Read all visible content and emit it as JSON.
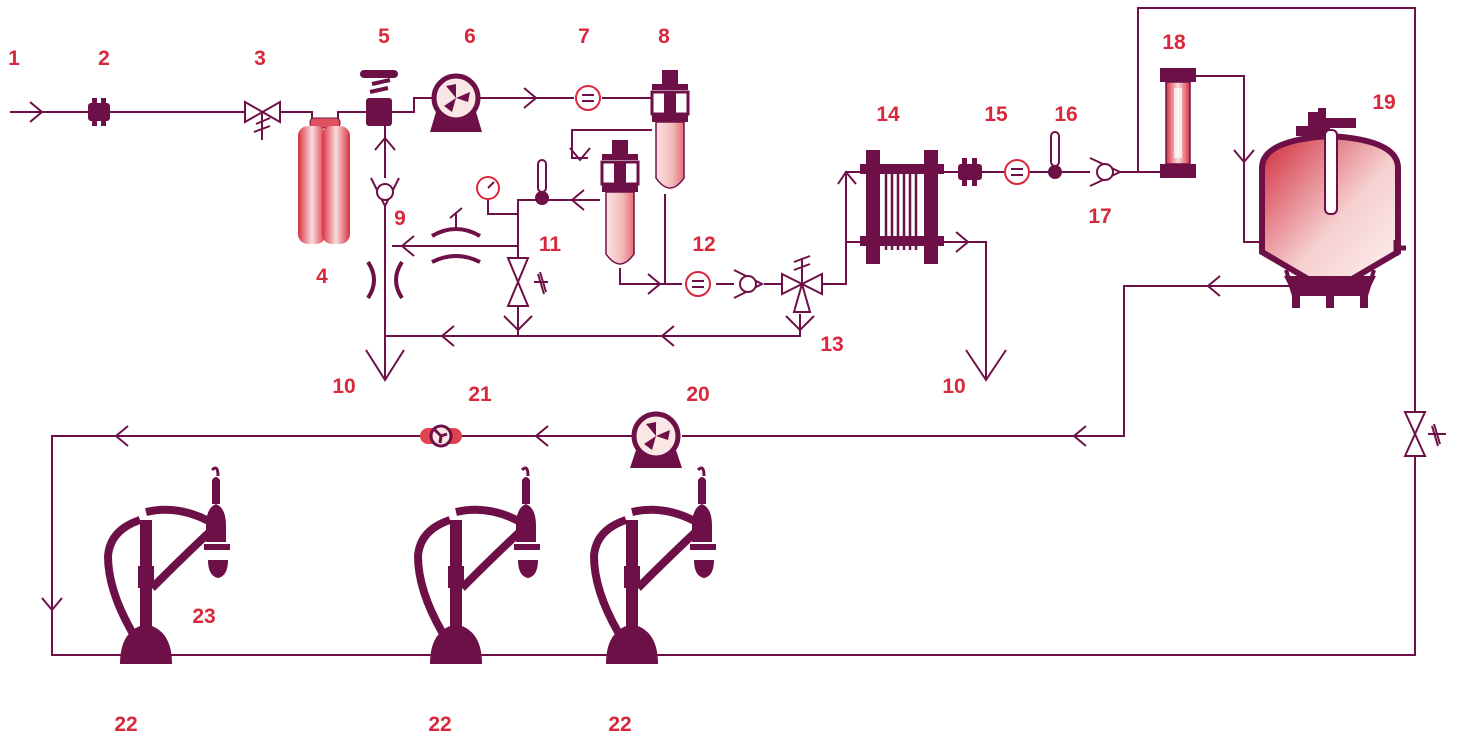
{
  "colors": {
    "pipe": "#6e1048",
    "label": "#d8283c",
    "accent_light": "#f7d6d6",
    "accent_mid": "#e0424e"
  },
  "labels": {
    "l1": "1",
    "l2": "2",
    "l3": "3",
    "l4": "4",
    "l5": "5",
    "l6": "6",
    "l7": "7",
    "l8": "8",
    "l9": "9",
    "l10a": "10",
    "l10b": "10",
    "l11": "11",
    "l12": "12",
    "l13": "13",
    "l14": "14",
    "l15": "15",
    "l16": "16",
    "l17": "17",
    "l18": "18",
    "l19": "19",
    "l20": "20",
    "l21": "21",
    "l22a": "22",
    "l22b": "22",
    "l22c": "22",
    "l23": "23"
  },
  "components": [
    {
      "id": "c1",
      "icon": "inlet-arrow-icon"
    },
    {
      "id": "c2",
      "icon": "inline-filter-icon"
    },
    {
      "id": "c3",
      "icon": "pressure-regulator-icon"
    },
    {
      "id": "c4",
      "icon": "gas-cylinders-icon"
    },
    {
      "id": "c5",
      "icon": "solenoid-valve-icon"
    },
    {
      "id": "c6",
      "icon": "pump-icon"
    },
    {
      "id": "c7",
      "icon": "flowmeter-icon"
    },
    {
      "id": "c8",
      "icon": "filter-housing-icon"
    },
    {
      "id": "c9",
      "icon": "check-valve-icon"
    },
    {
      "id": "c10",
      "icon": "drain-icon"
    },
    {
      "id": "c11",
      "icon": "needle-valve-icon"
    },
    {
      "id": "c12",
      "icon": "flowmeter-icon"
    },
    {
      "id": "c13",
      "icon": "three-way-valve-icon"
    },
    {
      "id": "c14",
      "icon": "plate-heat-exchanger-icon"
    },
    {
      "id": "c15",
      "icon": "inline-filter-icon"
    },
    {
      "id": "c16",
      "icon": "thermometer-icon"
    },
    {
      "id": "c17",
      "icon": "check-valve-icon"
    },
    {
      "id": "c18",
      "icon": "sight-glass-icon"
    },
    {
      "id": "c19",
      "icon": "pressure-tank-icon"
    },
    {
      "id": "c20",
      "icon": "pump-icon"
    },
    {
      "id": "c21",
      "icon": "small-pump-icon"
    },
    {
      "id": "c22",
      "icon": "dispense-tap-icon"
    },
    {
      "id": "c23",
      "icon": "dispense-tap-icon"
    }
  ]
}
